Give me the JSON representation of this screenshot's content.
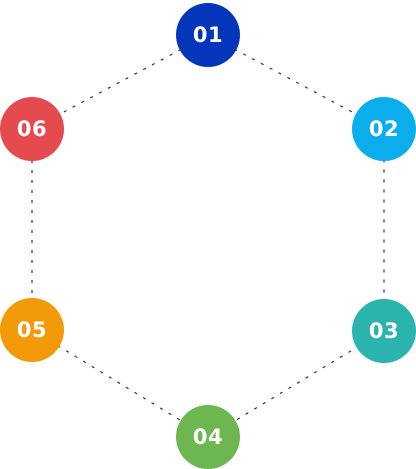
{
  "nodes": [
    {
      "label": "01",
      "color": "#0536b9"
    },
    {
      "label": "02",
      "color": "#0badea"
    },
    {
      "label": "03",
      "color": "#2bb3ad"
    },
    {
      "label": "04",
      "color": "#6cb750"
    },
    {
      "label": "05",
      "color": "#f39a0b"
    },
    {
      "label": "06",
      "color": "#e54a4f"
    }
  ],
  "connector": {
    "style": "dashed",
    "color": "#333333"
  }
}
